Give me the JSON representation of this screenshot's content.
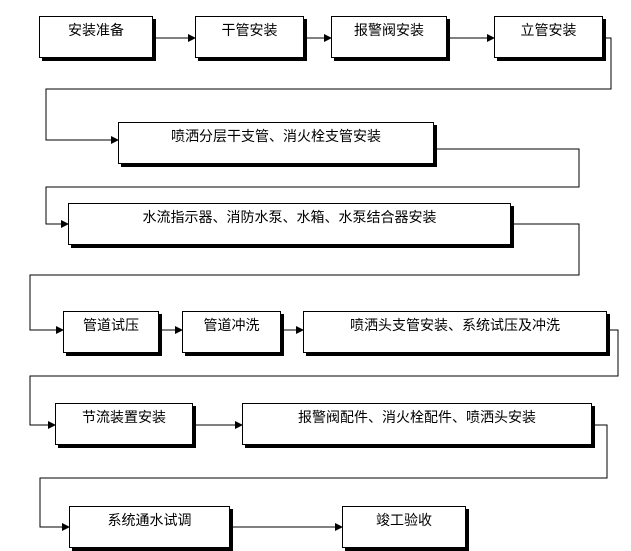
{
  "flowchart": {
    "steps": [
      "安装准备",
      "干管安装",
      "报警阀安装",
      "立管安装",
      "喷洒分层干支管、消火栓支管安装",
      "水流指示器、消防水泵、水箱、水泵结合器安装",
      "管道试压",
      "管道冲洗",
      "喷洒头支管安装、系统试压及冲洗",
      "节流装置安装",
      "报警阀配件、消火栓配件、喷洒头安装",
      "系统通水试调",
      "竣工验收"
    ]
  }
}
